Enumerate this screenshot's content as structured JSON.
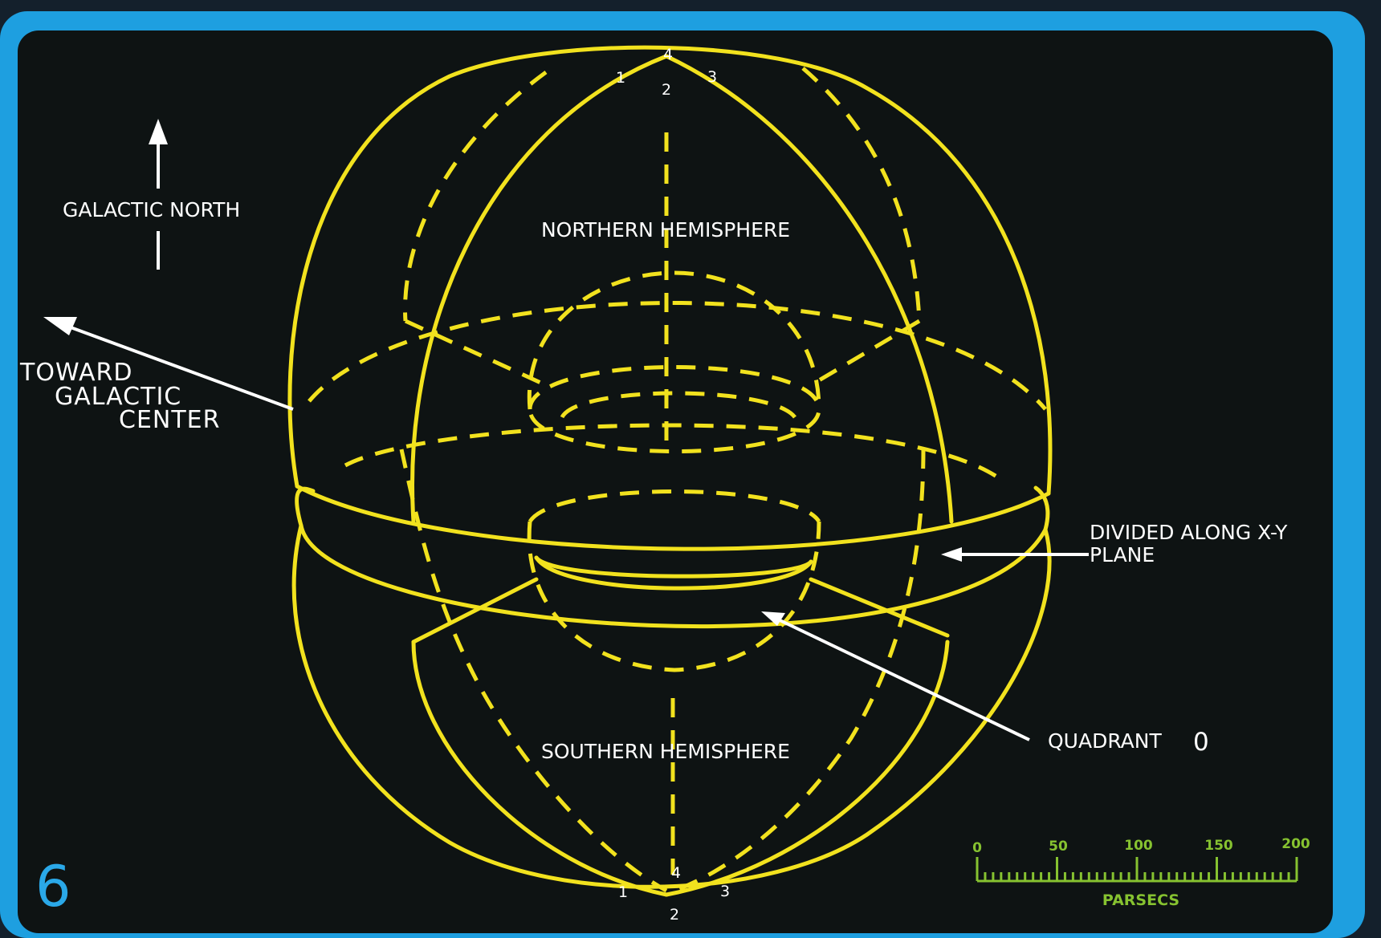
{
  "page_number": "6",
  "labels": {
    "galactic_north": "GALACTIC NORTH",
    "toward_center": [
      "TOWARD",
      "GALACTIC",
      "CENTER"
    ],
    "northern_hemisphere": "NORTHERN HEMISPHERE",
    "southern_hemisphere": "SOUTHERN HEMISPHERE",
    "divided_plane": [
      "DIVIDED ALONG X-Y",
      "PLANE"
    ],
    "quadrant": "QUADRANT",
    "quadrant_value": "0"
  },
  "top_quadrant_numbers": [
    "1",
    "2",
    "3",
    "4"
  ],
  "bottom_quadrant_numbers": [
    "1",
    "2",
    "3",
    "4"
  ],
  "scale_bar": {
    "ticks": [
      "0",
      "50",
      "100",
      "150",
      "200"
    ],
    "unit": "PARSECS"
  },
  "colors": {
    "sphere_lines": "#f2e21e",
    "labels": "#ffffff",
    "scale": "#86c230",
    "frame": "#1e9fe0",
    "background": "#0e1313",
    "page_number": "#2aa8e8"
  }
}
